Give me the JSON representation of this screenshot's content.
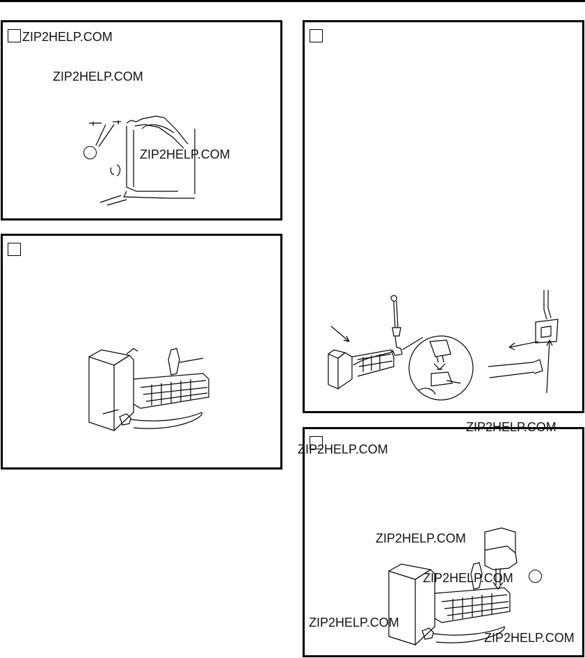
{
  "watermarks": {
    "panel1_a": "ZIP2HELP.COM",
    "panel1_b": "ZIP2HELP.COM",
    "panel1_c": "ZIP2HELP.COM",
    "overlap_right": "ZIP2HELP.COM",
    "overlap_left": "ZIP2HELP.COM",
    "panel5_a": "ZIP2HELP.COM",
    "panel5_b": "ZIP2HELP.COM",
    "panel5_c": "ZIP2HELP.COM",
    "panel5_d": "ZIP2HELP.COM"
  },
  "colors": {
    "ink": "#000000",
    "paper": "#ffffff"
  }
}
